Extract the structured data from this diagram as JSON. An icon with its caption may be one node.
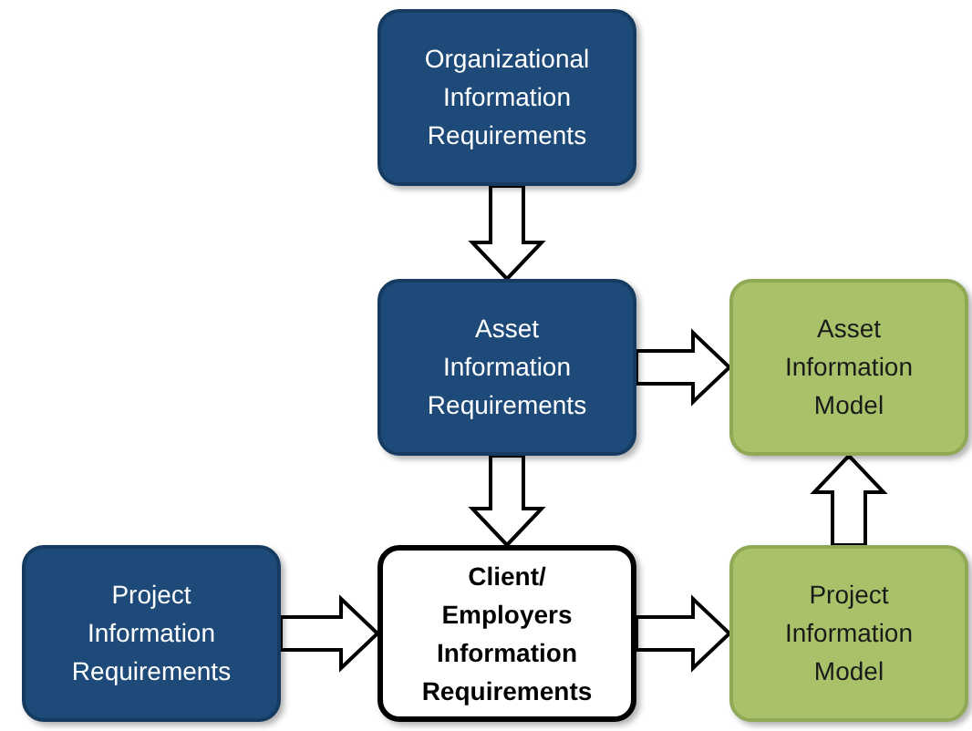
{
  "diagram": {
    "nodes": [
      {
        "text": [
          "Organizational Information Requirements"
        ]
      },
      {
        "text": [
          "Asset Information Requirements"
        ]
      },
      {
        "text": [
          "Asset Information Model"
        ]
      },
      {
        "text": [
          "Project Information Requirements"
        ]
      },
      {
        "text": [
          "Client/ Employers Information Requirements"
        ]
      },
      {
        "text": [
          "Project Information Model"
        ]
      }
    ],
    "edges": [
      {
        "from": 0,
        "to": 1,
        "arrow": "to"
      },
      {
        "from": 1,
        "to": 2,
        "arrow": "to"
      },
      {
        "from": 1,
        "to": 4,
        "arrow": "to"
      },
      {
        "from": 3,
        "to": 4,
        "arrow": "to"
      },
      {
        "from": 4,
        "to": 5,
        "arrow": "to"
      },
      {
        "from": 5,
        "to": 2,
        "arrow": "to"
      }
    ]
  }
}
